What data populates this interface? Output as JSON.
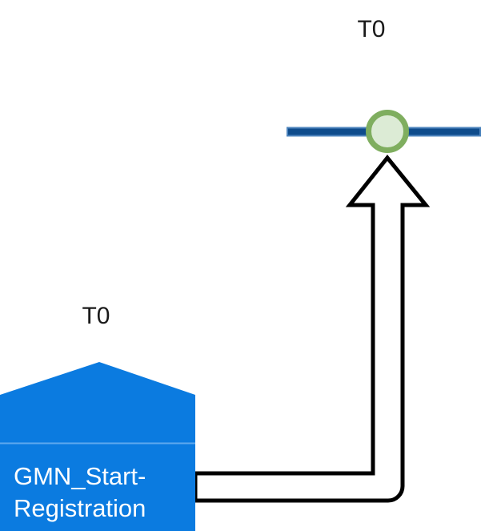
{
  "diagram": {
    "type": "bpmn-collaboration-fragment",
    "background_color": "#ffffff",
    "nodes": {
      "start_task": {
        "shape": "pentagon-home-plate",
        "label_line1": "GMN_Start-",
        "label_line2": "Registration",
        "fill_color": "#0B7BE0",
        "text_color": "#ffffff",
        "divider_color": "#5FA8EE",
        "time_label": "T0"
      },
      "event_node": {
        "shape": "circle",
        "ring_color": "#7FAE5F",
        "fill_color": "#DCEBD5",
        "time_label": "T0"
      },
      "lifeline": {
        "shape": "horizontal-line",
        "color": "#0F4C8C",
        "outline_color": "#4E85BE"
      }
    },
    "edges": {
      "flow_arrow": {
        "shape": "block-arrow-outline",
        "stroke_color": "#000000",
        "fill_color": "#ffffff",
        "direction": "up",
        "from": "start_task",
        "to": "event_node"
      }
    }
  }
}
